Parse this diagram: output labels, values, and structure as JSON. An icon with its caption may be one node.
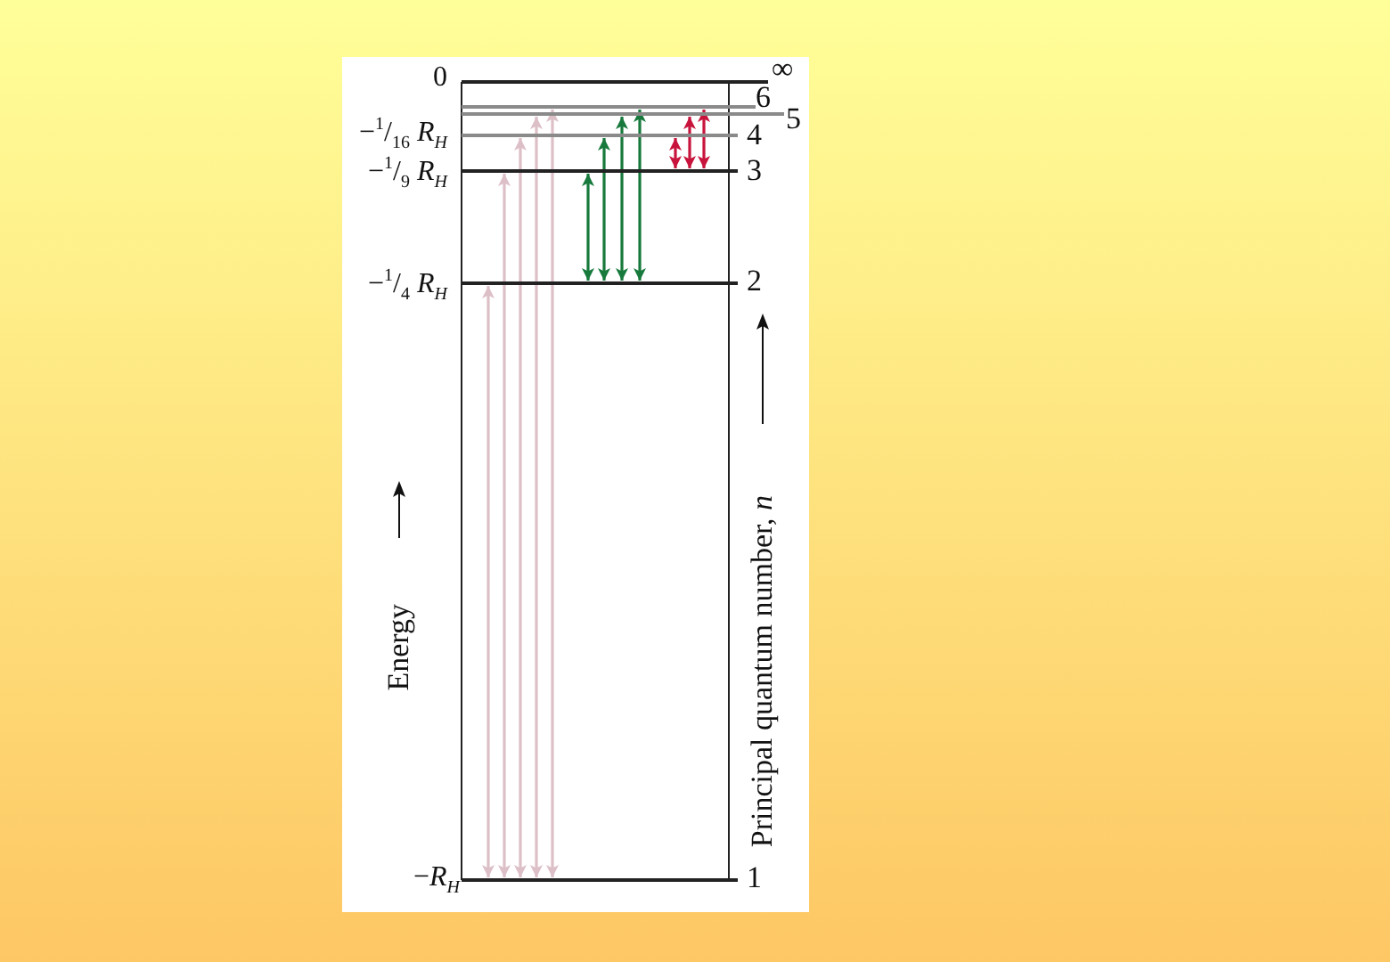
{
  "diagram": {
    "nodes": [
      {
        "text": [
          "∞"
        ],
        "beside": [
          "0"
        ]
      },
      {
        "text": [
          "6"
        ]
      },
      {
        "text": [
          "5"
        ]
      },
      {
        "text": [
          "4"
        ],
        "beside": [
          "−$^{1}$/$_{16}$ *R*$_{H}$"
        ]
      },
      {
        "text": [
          "3"
        ],
        "beside": [
          "−$^{1}$/$_{9}$ *R*$_{H}$"
        ]
      },
      {
        "text": [
          "2"
        ],
        "beside": [
          "−$^{1}$/$_{4}$ *R*$_{H}$"
        ]
      },
      {
        "text": [
          "1"
        ],
        "beside": [
          "−*R*$_{H}$"
        ]
      }
    ],
    "edges": [
      {
        "from": 6,
        "to": 5,
        "arrow": "both"
      },
      {
        "from": 6,
        "to": 4,
        "arrow": "both"
      },
      {
        "from": 6,
        "to": 3,
        "arrow": "both"
      },
      {
        "from": 6,
        "to": 2,
        "arrow": "both"
      },
      {
        "from": 6,
        "to": 1,
        "arrow": "both"
      },
      {
        "from": 5,
        "to": 4,
        "arrow": "both",
        "color": "#177a3c"
      },
      {
        "from": 5,
        "to": 3,
        "arrow": "both",
        "color": "#177a3c"
      },
      {
        "from": 5,
        "to": 2,
        "arrow": "both",
        "color": "#177a3c"
      },
      {
        "from": 5,
        "to": 1,
        "arrow": "both",
        "color": "#177a3c"
      },
      {
        "from": 4,
        "to": 3,
        "arrow": "both",
        "color": "#c8143c"
      },
      {
        "from": 4,
        "to": 2,
        "arrow": "both",
        "color": "#c8143c"
      },
      {
        "from": 4,
        "to": 1,
        "arrow": "both",
        "color": "#c8143c"
      }
    ],
    "labels": [
      "Energy",
      "Principal quantum number, *n*"
    ]
  }
}
